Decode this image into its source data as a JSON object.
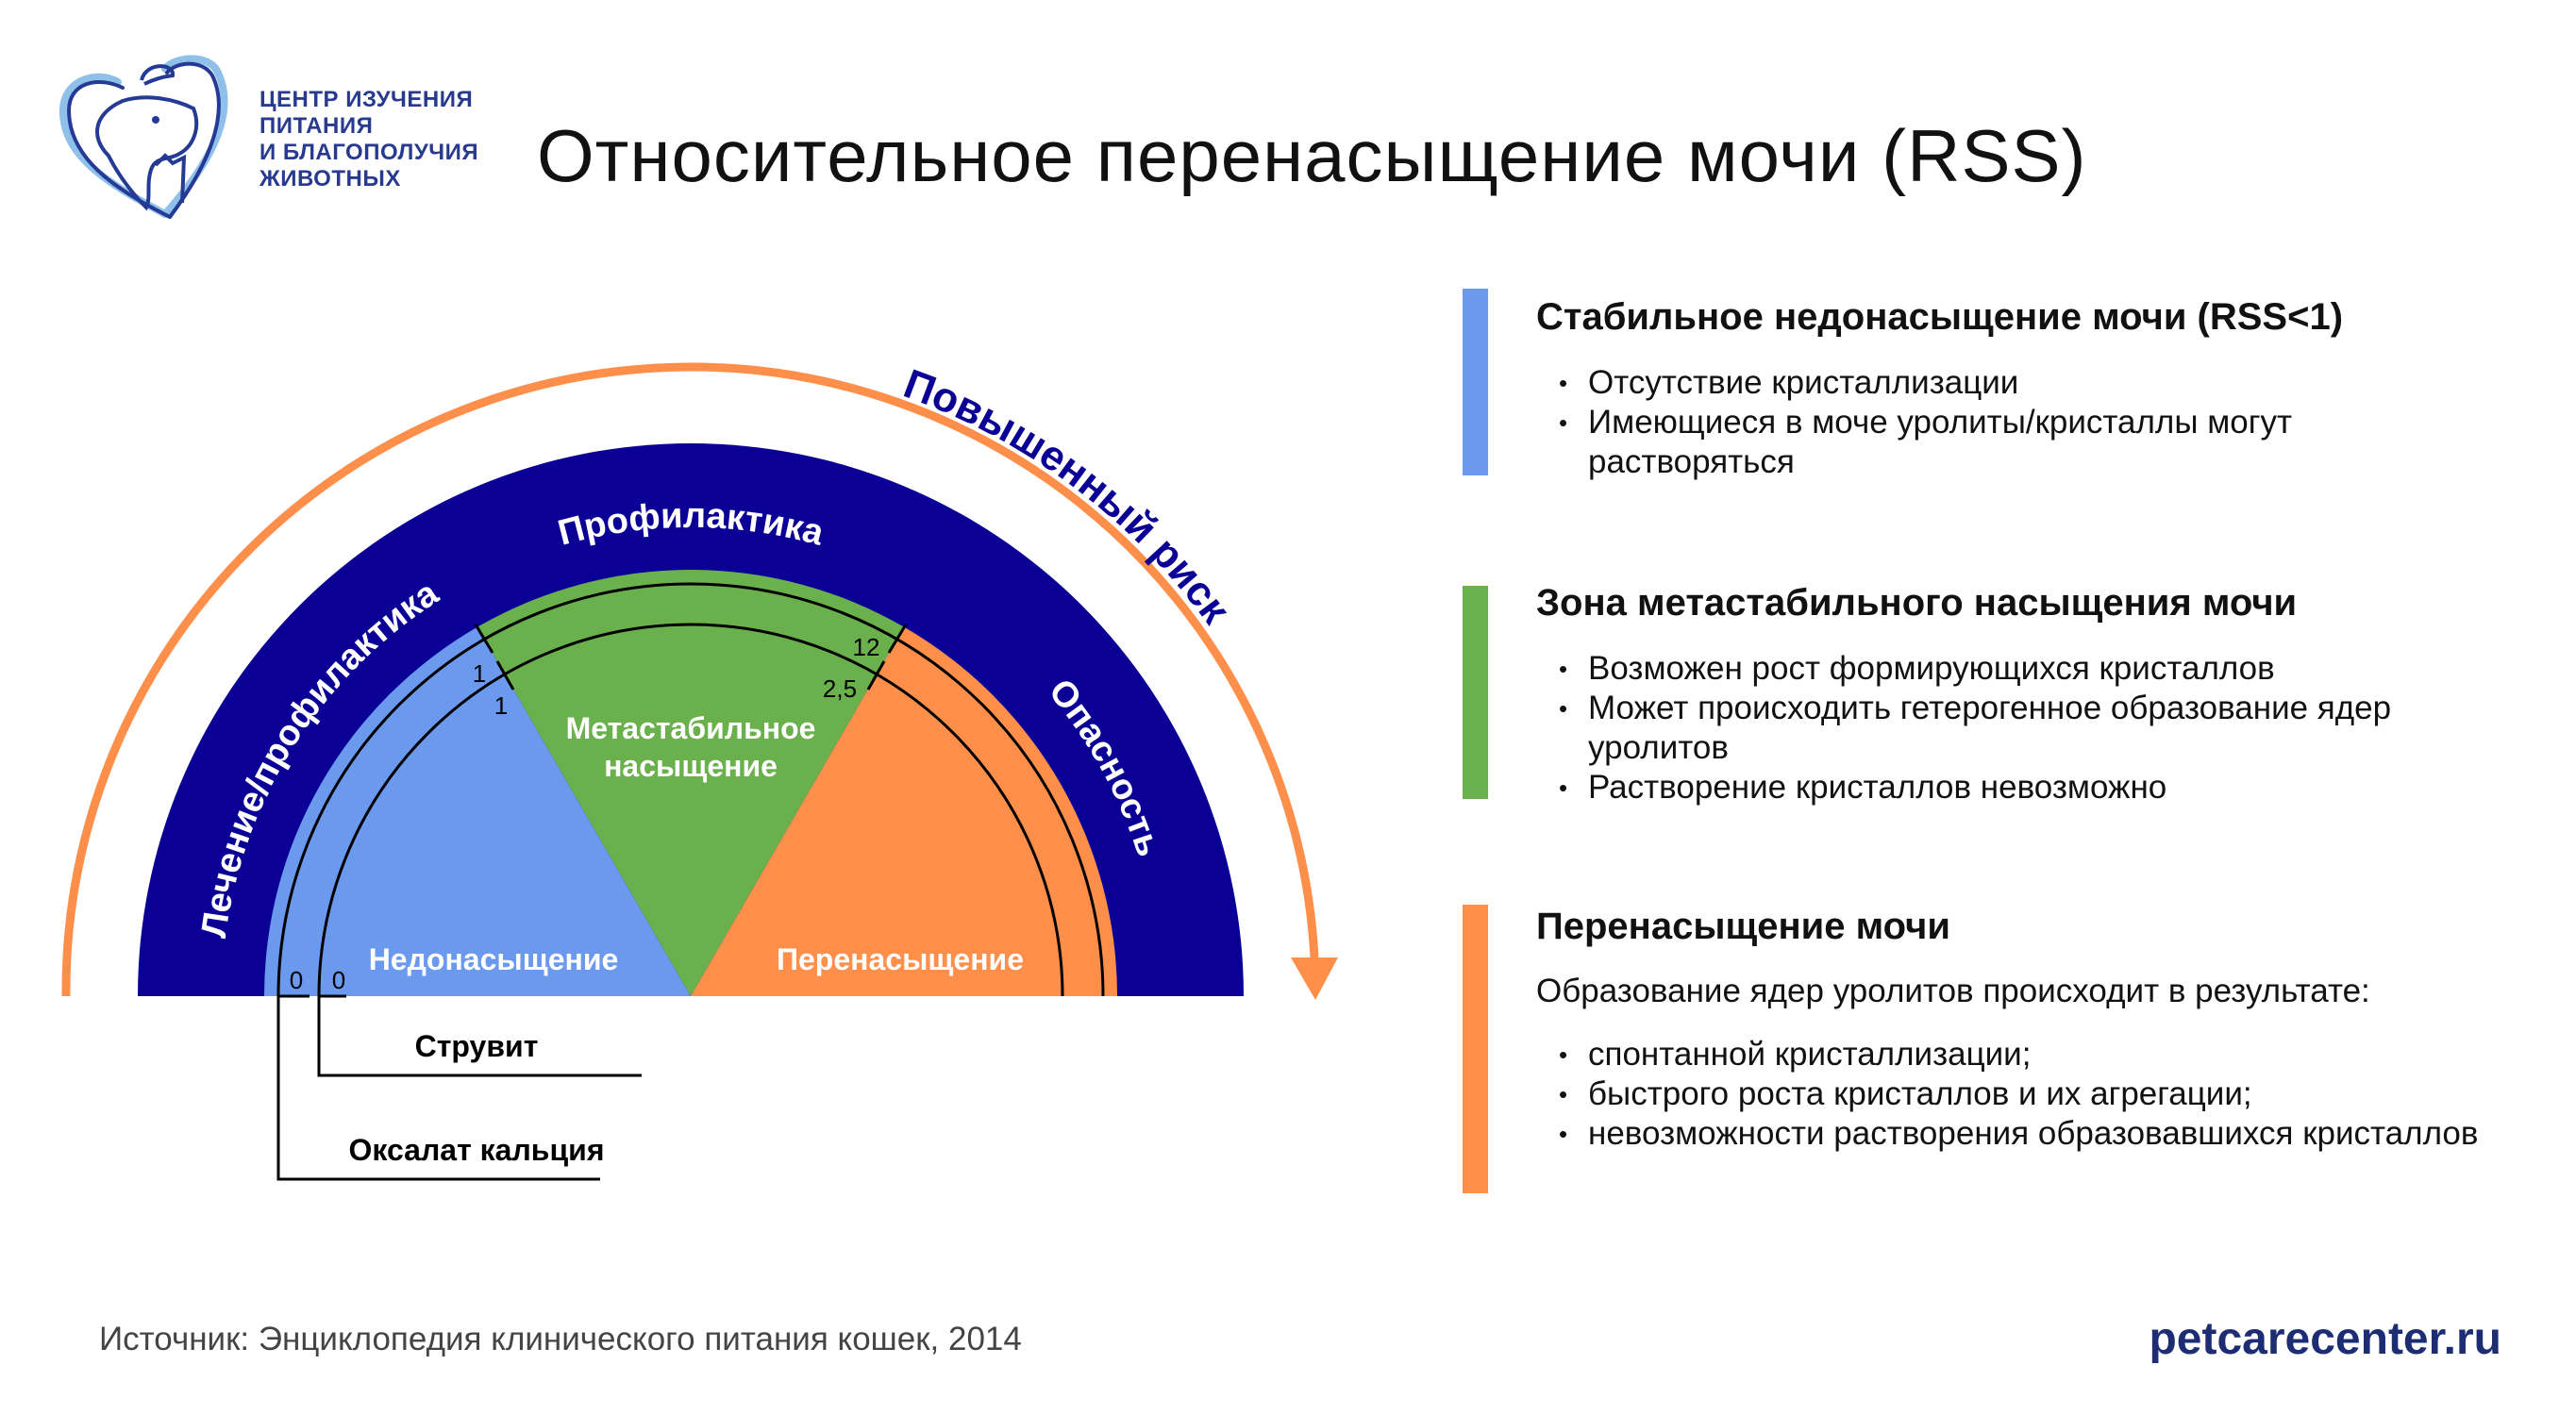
{
  "logo": {
    "lines": [
      "ЦЕНТР ИЗУЧЕНИЯ",
      "ПИТАНИЯ",
      "И БЛАГОПОЛУЧИЯ",
      "ЖИВОТНЫХ"
    ],
    "icon": "heart-dog-cat-logo"
  },
  "title": "Относительное перенасыщение мочи (RSS)",
  "diagram": {
    "outer_arrow_label": "Повышенный риск",
    "band_labels": {
      "treatment": "Лечение/профилактика",
      "prevention": "Профилактика",
      "danger": "Опасность"
    },
    "zones": {
      "under": "Недонасыщение",
      "meta_line1": "Метастабильное",
      "meta_line2": "насыщение",
      "over": "Перенасыщение"
    },
    "scales": {
      "oxalate": {
        "name": "Оксалат кальция",
        "min": "0",
        "low": "1",
        "high": "12"
      },
      "struvite": {
        "name": "Струвит",
        "min": "0",
        "low": "1",
        "high": "2,5"
      }
    },
    "colors": {
      "navy": "#0b0095",
      "under": "#6a99ee",
      "meta": "#6ab04c",
      "over": "#fd8f4b",
      "arrow": "#fd8f4b"
    }
  },
  "sections": [
    {
      "color": "#6a99ee",
      "heading": "Стабильное недонасыщение мочи (RSS<1)",
      "bullets": [
        "Отсутствие кристаллизации",
        "Имеющиеся в моче уролиты/кристаллы могут растворяться"
      ]
    },
    {
      "color": "#6ab04c",
      "heading": "Зона метастабильного насыщения мочи",
      "bullets": [
        "Возможен рост формирующихся кристаллов",
        "Может происходить гетерогенное образование ядер уролитов",
        "Растворение кристаллов невозможно"
      ]
    },
    {
      "color": "#fd8f4b",
      "heading": "Перенасыщение мочи",
      "intro": "Образование ядер уролитов происходит в результате:",
      "bullets": [
        "спонтанной кристаллизации;",
        "быстрого роста кристаллов и их агрегации;",
        "невозможности растворения образовавшихся кристаллов"
      ]
    }
  ],
  "footer": {
    "source": "Источник: Энциклопедия клинического питания кошек, 2014",
    "site": "petcarecenter.ru"
  }
}
